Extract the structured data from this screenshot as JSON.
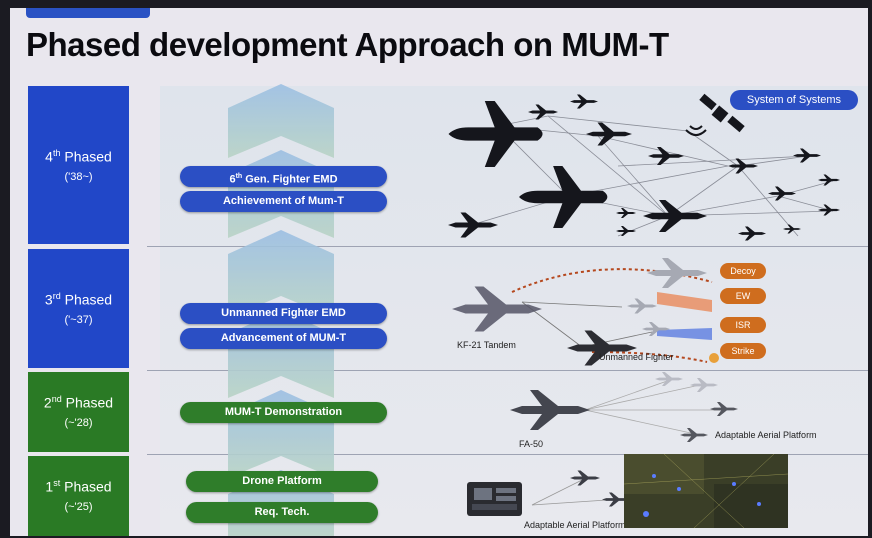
{
  "title": "Phased development Approach on MUM-T",
  "phases": [
    {
      "ord": "4",
      "sup": "th",
      "word": "Phased",
      "years": "('38~)",
      "color": "#2147c8"
    },
    {
      "ord": "3",
      "sup": "rd",
      "word": "Phased",
      "years": "('~37)",
      "color": "#2147c8"
    },
    {
      "ord": "2",
      "sup": "nd",
      "word": "Phased",
      "years": "(~'28)",
      "color": "#2a7a25"
    },
    {
      "ord": "1",
      "sup": "st",
      "word": "Phased",
      "years": "(~'25)",
      "color": "#2a7a25"
    }
  ],
  "milestones": {
    "gen6_num": "6",
    "gen6_sup": "th",
    "gen6_rest": " Gen. Fighter EMD",
    "mumt_achieve": "Achievement of Mum-T",
    "unmanned_emd": "Unmanned Fighter EMD",
    "mumt_advance": "Advancement of MUM-T",
    "mumt_demo": "MUM-T Demonstration",
    "drone_platform": "Drone Platform",
    "req_tech": "Req. Tech."
  },
  "system_of_systems": "System of Systems",
  "mission_tags": [
    "Decoy",
    "EW",
    "ISR",
    "Strike"
  ],
  "labels": {
    "kf21": "KF-21 Tandem",
    "unmanned_fighter": "Unmanned Fighter",
    "fa50": "FA-50",
    "adaptable1": "Adaptable Aerial Platform",
    "adaptable2": "Adaptable Aerial Platform"
  },
  "colors": {
    "blue": "#2147c8",
    "green": "#2a7a25",
    "orange": "#cf6d1e",
    "arrow": "#a9c6e6"
  }
}
